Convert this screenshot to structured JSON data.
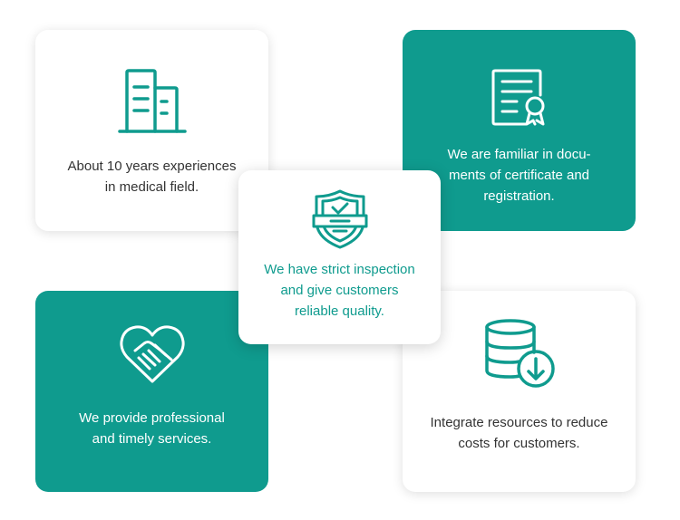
{
  "colors": {
    "accent": "#0f9b8e",
    "text_dark": "#333333",
    "card_white": "#ffffff"
  },
  "cards": [
    {
      "id": "experience",
      "icon": "office-building-icon",
      "text": "About 10 years experiences\nin medical field.",
      "style": "white"
    },
    {
      "id": "certificate",
      "icon": "certificate-document-icon",
      "text": "We are familiar in docu-\nments of certificate and\nregistration.",
      "style": "teal"
    },
    {
      "id": "quality",
      "icon": "shield-check-icon",
      "text": "We have strict inspection\nand give customers\nreliable quality.",
      "style": "white"
    },
    {
      "id": "services",
      "icon": "heart-handshake-icon",
      "text": "We provide professional\nand timely services.",
      "style": "teal"
    },
    {
      "id": "resources",
      "icon": "database-download-icon",
      "text": "Integrate resources to reduce\ncosts for customers.",
      "style": "white"
    }
  ]
}
